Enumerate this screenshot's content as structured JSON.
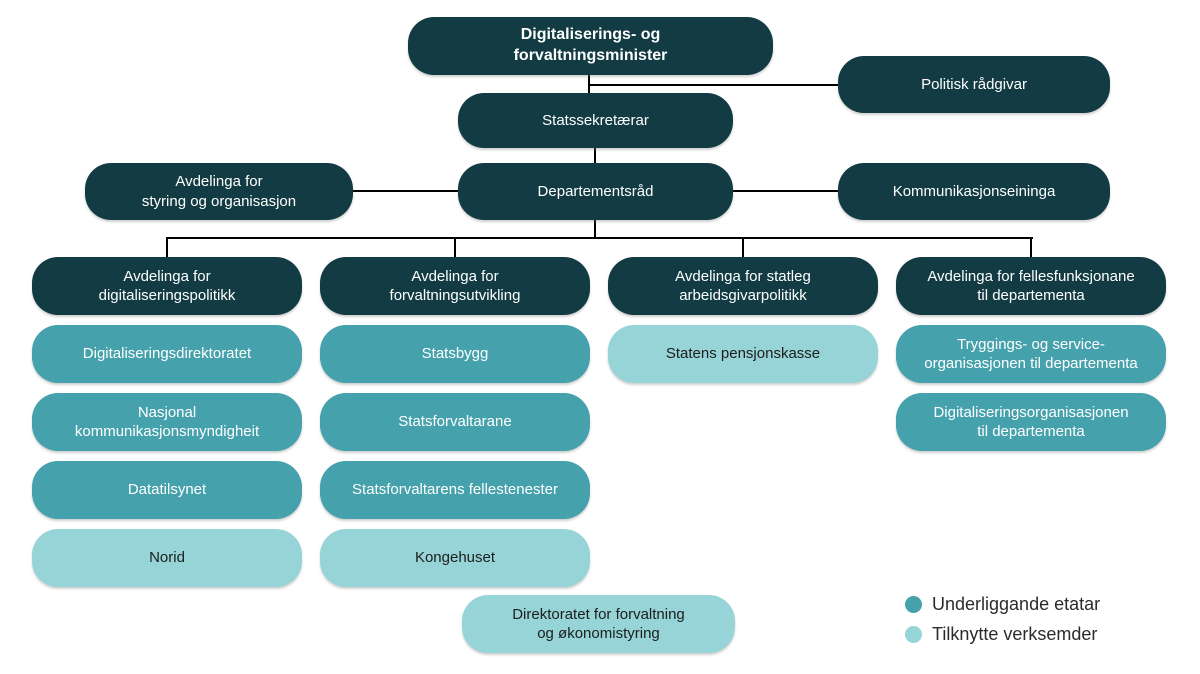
{
  "chart": {
    "minister": "Digitaliserings- og\nforvaltningsminister",
    "politisk_radgivar": "Politisk rådgivar",
    "statssekretaer": "Statssekretærar",
    "avdelinga_styring": "Avdelinga for\nstyring og organisasjon",
    "departementsrad": "Departementsråd",
    "kommunikasjonseininga": "Kommunikasjonseininga",
    "columns": [
      {
        "header": "Avdelinga for\ndigitaliseringspolitikk",
        "children": [
          {
            "label": "Digitaliseringsdirektoratet",
            "type": "underliggande-etat"
          },
          {
            "label": "Nasjonal\nkommunikasjonsmyndigheit",
            "type": "underliggande-etat"
          },
          {
            "label": "Datatilsynet",
            "type": "underliggande-etat"
          },
          {
            "label": "Norid",
            "type": "tilknytt-verksemd"
          }
        ]
      },
      {
        "header": "Avdelinga for\nforvaltningsutvikling",
        "children": [
          {
            "label": "Statsbygg",
            "type": "underliggande-etat"
          },
          {
            "label": "Statsforvaltarane",
            "type": "underliggande-etat"
          },
          {
            "label": "Statsforvaltarens fellestenester",
            "type": "underliggande-etat"
          },
          {
            "label": "Kongehuset",
            "type": "tilknytt-verksemd"
          }
        ]
      },
      {
        "header": "Avdelinga for statleg\narbeidsgivarpolitikk",
        "children": [
          {
            "label": "Statens pensjonskasse",
            "type": "tilknytt-verksemd"
          }
        ]
      },
      {
        "header": "Avdelinga for fellesfunksjonane\ntil departementa",
        "children": [
          {
            "label": "Tryggings- og service-\norganisasjonen til departementa",
            "type": "underliggande-etat"
          },
          {
            "label": "Digitaliseringsorganisasjonen\ntil departementa",
            "type": "underliggande-etat"
          }
        ]
      }
    ],
    "floating_box": {
      "label": "Direktoratet for forvaltning\nog økonomistyring",
      "type": "tilknytt-verksemd"
    },
    "legend": {
      "items": [
        {
          "label": "Underliggande etatar",
          "color": "#45A1AC"
        },
        {
          "label": "Tilknytte verksemder",
          "color": "#96D4D7"
        }
      ]
    },
    "colors": {
      "dark_teal": "#123B43",
      "medium_teal": "#45A1AC",
      "light_teal": "#96D4D7",
      "connector": "#000000",
      "background": "#FFFFFF"
    }
  }
}
